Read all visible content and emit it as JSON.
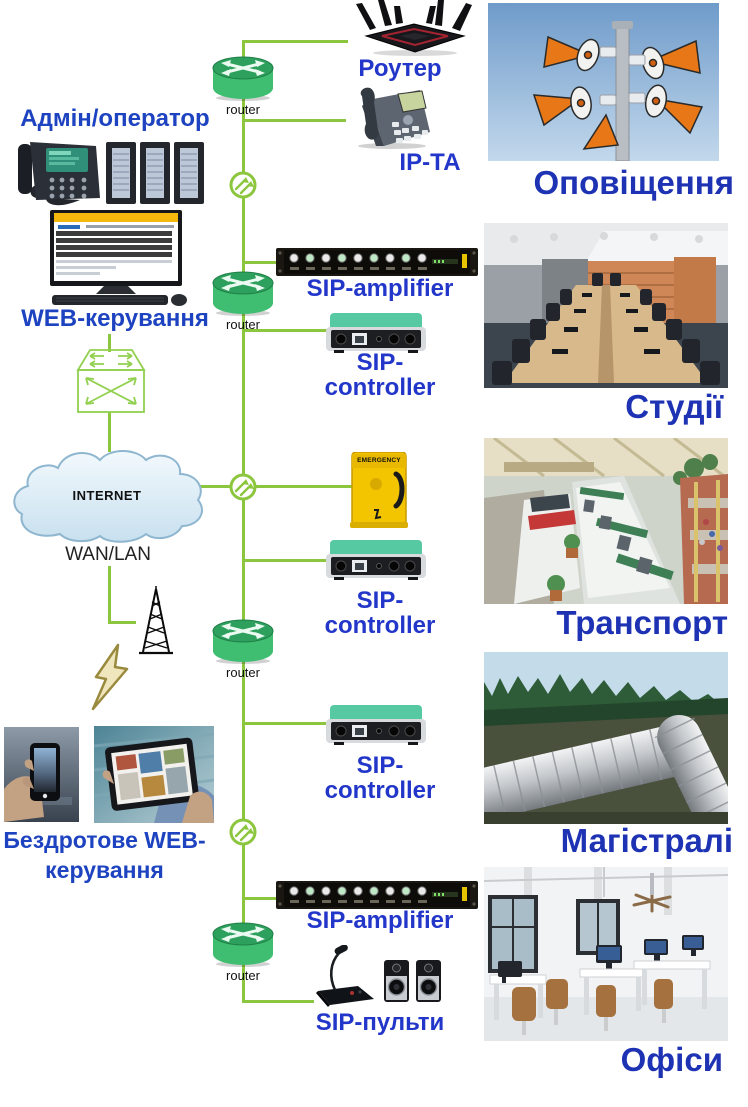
{
  "labels": {
    "admin": "Адмін/оператор",
    "web_control": "WEB-керування",
    "internet": "INTERNET",
    "wan_lan": "WAN/LAN",
    "wireless_line1": "Бездротове WEB-",
    "wireless_line2": "керування",
    "router_small": "router",
    "router_device": "Роутер",
    "ip_phone": "IP-ТА",
    "sip_amplifier": "SIP-amplifier",
    "sip_controller": "SIP-controller",
    "emergency": "EMERGENCY",
    "sip_consoles": "SIP-пульти"
  },
  "captions": {
    "notification": "Оповіщення",
    "studios": "Студії",
    "transport": "Транспорт",
    "pipelines": "Магістралі",
    "offices": "Офіси"
  },
  "colors": {
    "line_green": "#8CC63F",
    "router_green": "#3FBD70",
    "router_top_green": "#2DA05D",
    "device_label_blue": "#2236C9",
    "caption_blue": "#1E32B4",
    "controller_teal": "#57C9A2",
    "emergency_yellow": "#F2C500",
    "cloud_fill": "#DCEDF7"
  }
}
